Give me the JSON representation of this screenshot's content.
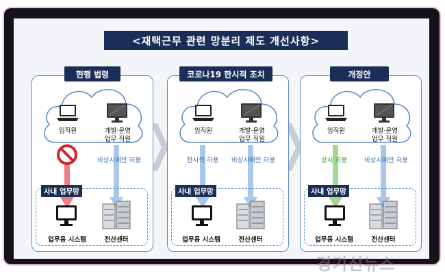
{
  "title": "<재택근무 관련 망분리 제도 개선사항>",
  "panels": [
    {
      "label": "현행 법령",
      "employee_label": "임직원",
      "dev_label_1": "개발·운영",
      "dev_label_2": "업무 직원",
      "employee_access": "",
      "dev_access": "비상시에만 허용",
      "network_label": "사내 업무망",
      "system_label": "업무용 시스템",
      "datacenter_label": "전산센터"
    },
    {
      "label": "코로나19 한시적 조치",
      "employee_label": "임직원",
      "dev_label_1": "개발·운영",
      "dev_label_2": "업무 직원",
      "employee_access": "한시적 허용",
      "dev_access": "비상시에만 허용",
      "network_label": "사내 업무망",
      "system_label": "업무용 시스템",
      "datacenter_label": "전산센터"
    },
    {
      "label": "개정안",
      "employee_label": "임직원",
      "dev_label_1": "개발·운영",
      "dev_label_2": "업무 직원",
      "employee_access": "상시 허용",
      "dev_access": "비상시에만 허용",
      "network_label": "사내 업무망",
      "system_label": "업무용 시스템",
      "datacenter_label": "전산센터"
    }
  ],
  "watermark": "경기신뉴스",
  "colors": {
    "navy": "#1a2e57",
    "panel_border": "#5b8cc6",
    "blue_arrow": "#a9c7ea",
    "red_arrow": "#f07f85",
    "green_arrow": "#a3d88f",
    "forbidden": "#d4232b"
  }
}
